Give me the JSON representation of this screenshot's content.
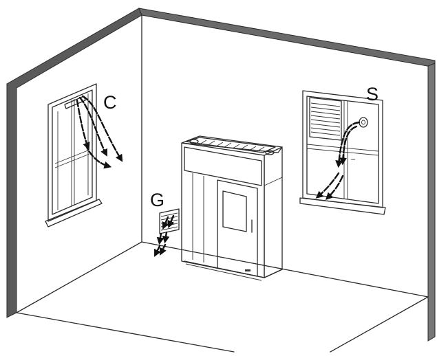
{
  "labels": {
    "c": "C",
    "s": "S",
    "g": "G"
  },
  "colors": {
    "line": "#2a2a2a",
    "wall_edge": "#555555",
    "background": "#ffffff"
  }
}
